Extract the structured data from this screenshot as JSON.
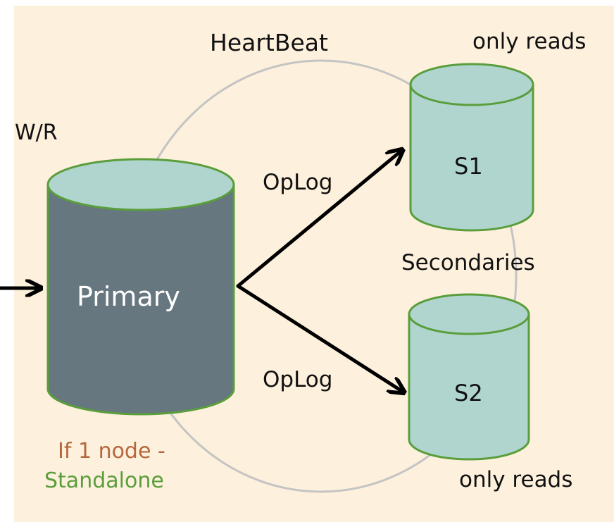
{
  "colors": {
    "background": "#fdf0dc",
    "primary_fill": "#66777f",
    "primary_top": "#b0d5cf",
    "secondary_fill": "#b0d5cf",
    "cylinder_stroke": "#5a9e3c",
    "ring": "#c4c4c4",
    "arrow": "#000000",
    "if_note": "#b5673c",
    "standalone_note": "#5a9e3c"
  },
  "labels": {
    "heartbeat": "HeartBeat",
    "only_reads_top": "only reads",
    "wr": "W/R",
    "oplog_top": "OpLog",
    "oplog_bottom": "OpLog",
    "secondaries": "Secondaries",
    "only_reads_bottom": "only reads",
    "primary": "Primary",
    "s1": "S1",
    "s2": "S2",
    "if_one_node": "If 1 node -",
    "standalone": "Standalone"
  },
  "icons": {
    "input_arrow": "arrow-right-icon",
    "replication_arrow": "arrow-icon"
  }
}
